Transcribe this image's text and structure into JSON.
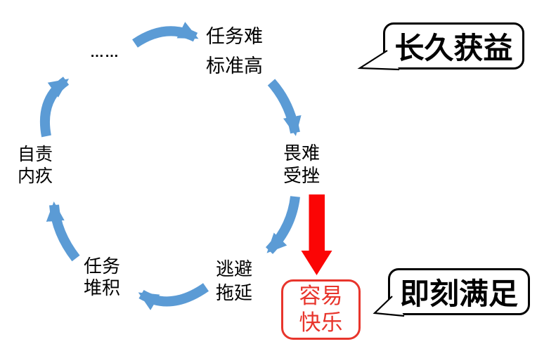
{
  "colors": {
    "arrow_blue": "#5B9BD5",
    "arrow_red": "#FB0505",
    "reward_red": "#E8352C",
    "text": "#000000",
    "bubble_border": "#000000",
    "background": "#FFFFFF"
  },
  "cycle": {
    "ellipsis": "……",
    "nodes": [
      {
        "id": "task-difficulty",
        "line1": "任务难",
        "line2": "标准高"
      },
      {
        "id": "fear-frustration",
        "line1": "畏难",
        "line2": "受挫"
      },
      {
        "id": "avoid-procrastinate",
        "line1": "逃避",
        "line2": "拖延"
      },
      {
        "id": "task-pileup",
        "line1": "任务",
        "line2": "堆积"
      },
      {
        "id": "self-blame-guilt",
        "line1": "自责",
        "line2": "内疚"
      }
    ]
  },
  "callouts": {
    "long_term_label": "长久获益",
    "instant_label": "即刻满足"
  },
  "reward_box": {
    "line1": "容易",
    "line2": "快乐"
  }
}
